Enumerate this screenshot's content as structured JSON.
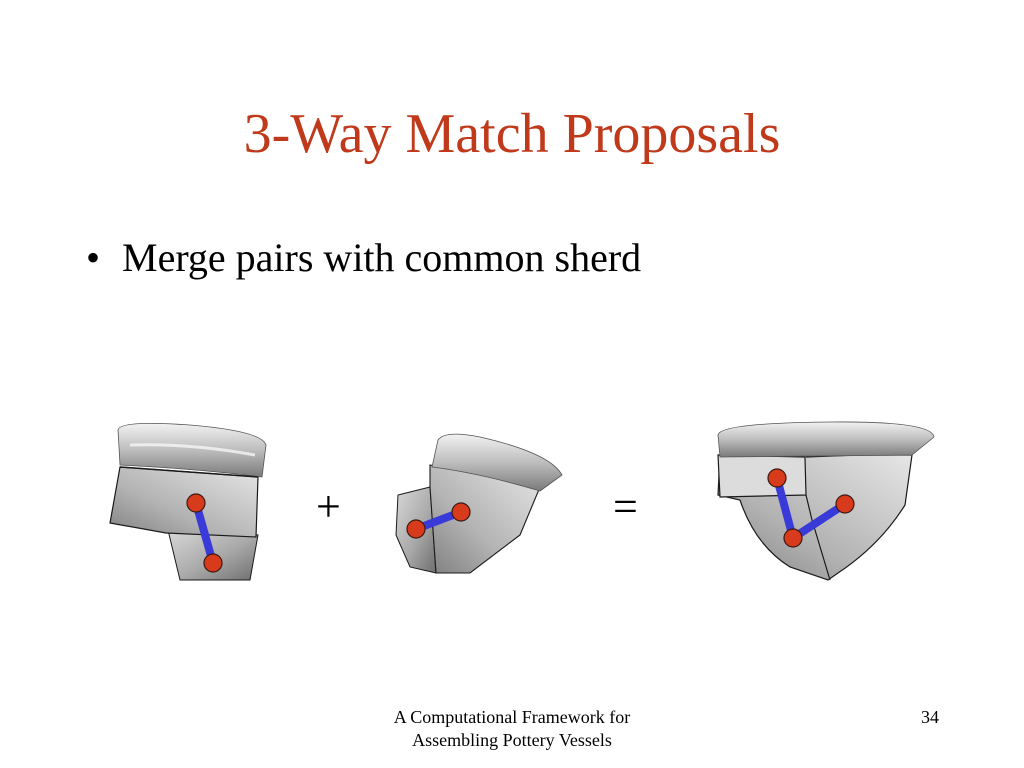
{
  "slide": {
    "title": "3-Way Match Proposals",
    "bullet": "Merge pairs with common sherd",
    "operators": {
      "plus": "+",
      "equals": "="
    },
    "footer": {
      "line1": "A Computational Framework for",
      "line2": "Assembling Pottery Vessels"
    },
    "page_number": "34"
  },
  "colors": {
    "title": "#c0391b",
    "node": "#d83a1c",
    "edge": "#3a3ad8",
    "sherd_fill": "#c8c8c8",
    "sherd_outline": "#1a1a1a"
  },
  "figure": {
    "panels": [
      "two-sherd-pair-left",
      "two-sherd-pair-middle",
      "three-sherd-merged"
    ]
  }
}
